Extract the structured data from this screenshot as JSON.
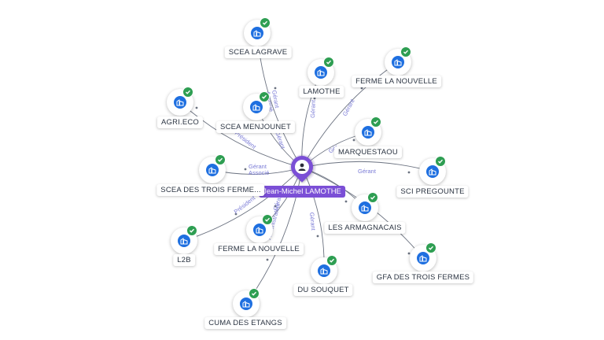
{
  "center": {
    "name": "Jean-Michel LAMOTHE",
    "icon": "person-icon",
    "color": "#7b4fd6"
  },
  "colors": {
    "company_icon": "#1e6fe0",
    "check": "#2e9e52",
    "edge_label": "#7a7bd6"
  },
  "nodes": [
    {
      "id": "scea-lagrave",
      "label": "SCEA LAGRAVE",
      "edge_label": "Gérant\nAssocié"
    },
    {
      "id": "lamothe",
      "label": "LAMOTHE",
      "edge_label": "Gérant"
    },
    {
      "id": "ferme-la-nouvelle-1",
      "label": "FERME LA NOUVELLE",
      "edge_label": "Gérant"
    },
    {
      "id": "agri-eco",
      "label": "AGRI.ECO",
      "edge_label": "Président"
    },
    {
      "id": "scea-menjounet",
      "label": "SCEA MENJOUNET",
      "edge_label": "Gérant"
    },
    {
      "id": "marquestaou",
      "label": "MARQUESTAOU",
      "edge_label": "Gér"
    },
    {
      "id": "scea-des-trois-fermes",
      "label": "SCEA DES TROIS FERME...",
      "edge_label": "Gérant\nAssocié"
    },
    {
      "id": "sci-pregounte",
      "label": "SCI PREGOUNTE",
      "edge_label": "Gérant"
    },
    {
      "id": "les-armagnacais",
      "label": "LES ARMAGNACAIS",
      "edge_label": ""
    },
    {
      "id": "l2b",
      "label": "L2B",
      "edge_label": "Président"
    },
    {
      "id": "ferme-la-nouvelle-2",
      "label": "FERME LA NOUVELLE",
      "edge_label": "Gérant"
    },
    {
      "id": "gfa-des-trois-fermes",
      "label": "GFA DES TROIS FERMES",
      "edge_label": ""
    },
    {
      "id": "du-souquet",
      "label": "DU SOUQUET",
      "edge_label": "Gérant"
    },
    {
      "id": "cuma-des-etangs",
      "label": "CUMA DES ETANGS",
      "edge_label": "Administrateur"
    }
  ]
}
